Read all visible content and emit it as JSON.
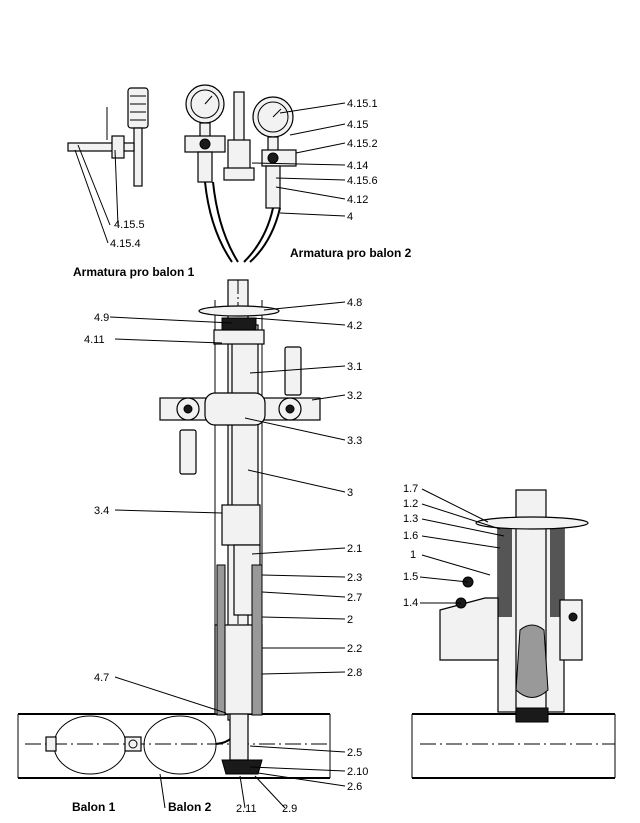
{
  "captions": {
    "armatura1": "Armatura pro balon 1",
    "armatura2": "Armatura pro balon 2",
    "balon1": "Balon 1",
    "balon2": "Balon 2"
  },
  "callouts_main": [
    "4.15.1",
    "4.15",
    "4.15.2",
    "4.14",
    "4.15.6",
    "4.12",
    "4",
    "4.8",
    "4.2",
    "3.1",
    "3.2",
    "3.3",
    "3",
    "2.1",
    "2.3",
    "2.7",
    "2",
    "2.2",
    "2.8",
    "2.5",
    "2.10",
    "2.6"
  ],
  "callouts_left": [
    "4.15.5",
    "4.15.4",
    "4.9",
    "4.11",
    "3.4",
    "4.7"
  ],
  "callouts_bottom": [
    "2.11",
    "2.9"
  ],
  "callouts_detail": [
    "1.7",
    "1.2",
    "1.3",
    "1.6",
    "1",
    "1.5",
    "1.4"
  ]
}
